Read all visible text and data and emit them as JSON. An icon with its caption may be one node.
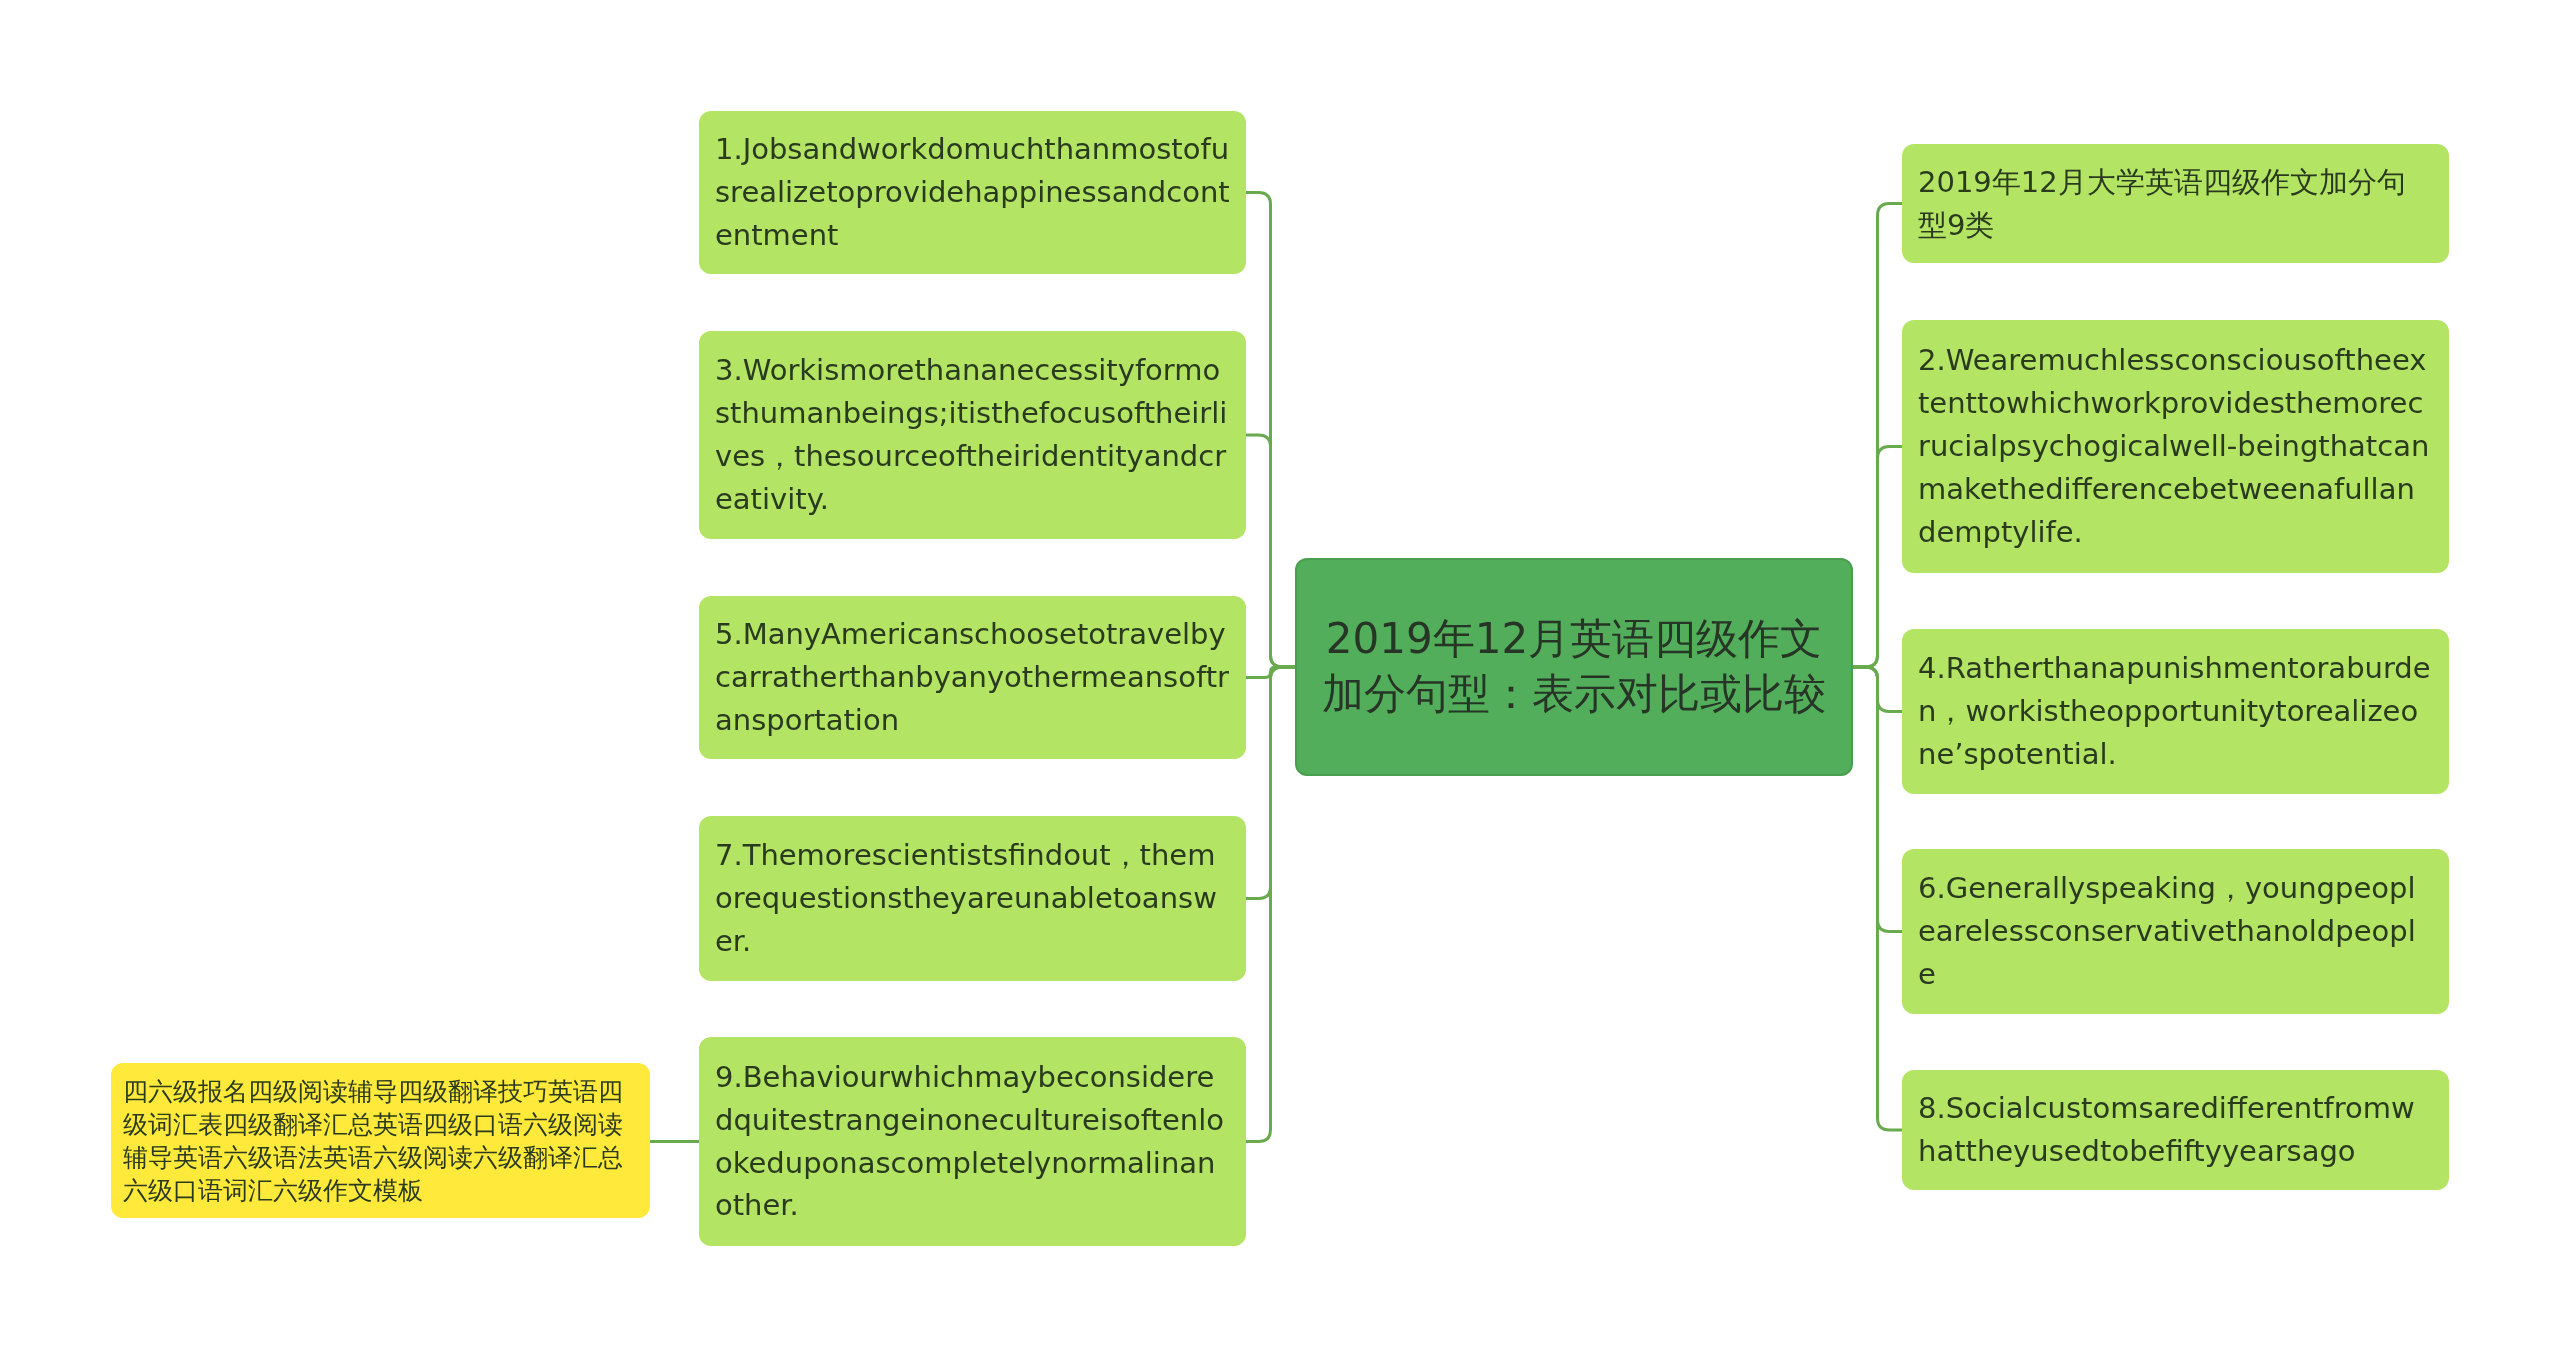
{
  "diagram": {
    "nodes": [
      {
        "text": [
          "2019年12月英语四级作文加分句型：表示对比或比较"
        ]
      },
      {
        "text": [
          "1.Jobsandworkdomuchthanmostofusrealizetoprovidehappinessandcontentment"
        ]
      },
      {
        "text": [
          "3.Workismorethananecessityformosthumanbeings;itisthefocusoftheirlives，thesourceoftheiridentityandcreativity."
        ]
      },
      {
        "text": [
          "5.ManyAmericanschoosetotravelbycarratherthanbyanyothermeansoftransportation"
        ]
      },
      {
        "text": [
          "7.Themorescientistsfindout，themorequestionstheyareunabletoanswer."
        ]
      },
      {
        "text": [
          "9.Behaviourwhichmaybeconsideredquitestrangeinonecultureisoftenlookeduponascompletelynormalinanother."
        ]
      },
      {
        "text": [
          "四六级报名四级阅读辅导四级翻译技巧英语四级词汇表四级翻译汇总英语四级口语六级阅读辅导英语六级语法英语六级阅读六级翻译汇总六级口语词汇六级作文模板"
        ]
      },
      {
        "text": [
          "2019年12月大学英语四级作文加分句型9类"
        ]
      },
      {
        "text": [
          "2.Wearemuchlessconsciousoftheextenttowhichworkprovidesthemorecrucialpsychogicalwell-beingthatcanmakethedifferencebetweenafullandemptylife."
        ]
      },
      {
        "text": [
          "4.Ratherthanapunishmentoraburden，workistheopportunitytorealizeone’spotential."
        ]
      },
      {
        "text": [
          "6.Generallyspeaking，youngpeoplearelessconservativethanoldpeople"
        ]
      },
      {
        "text": [
          "8.Socialcustomsaredifferentfromwhattheyusedtobefiftyyearsago"
        ]
      }
    ],
    "edges": [
      {
        "from": 0,
        "to": 1,
        "arrow": "none"
      },
      {
        "from": 0,
        "to": 2,
        "arrow": "none"
      },
      {
        "from": 0,
        "to": 3,
        "arrow": "none"
      },
      {
        "from": 0,
        "to": 4,
        "arrow": "none"
      },
      {
        "from": 0,
        "to": 5,
        "arrow": "none"
      },
      {
        "from": 5,
        "to": 6,
        "arrow": "none"
      },
      {
        "from": 0,
        "to": 7,
        "arrow": "none"
      },
      {
        "from": 0,
        "to": 8,
        "arrow": "none"
      },
      {
        "from": 0,
        "to": 9,
        "arrow": "none"
      },
      {
        "from": 0,
        "to": 10,
        "arrow": "none"
      },
      {
        "from": 0,
        "to": 11,
        "arrow": "none"
      }
    ]
  }
}
